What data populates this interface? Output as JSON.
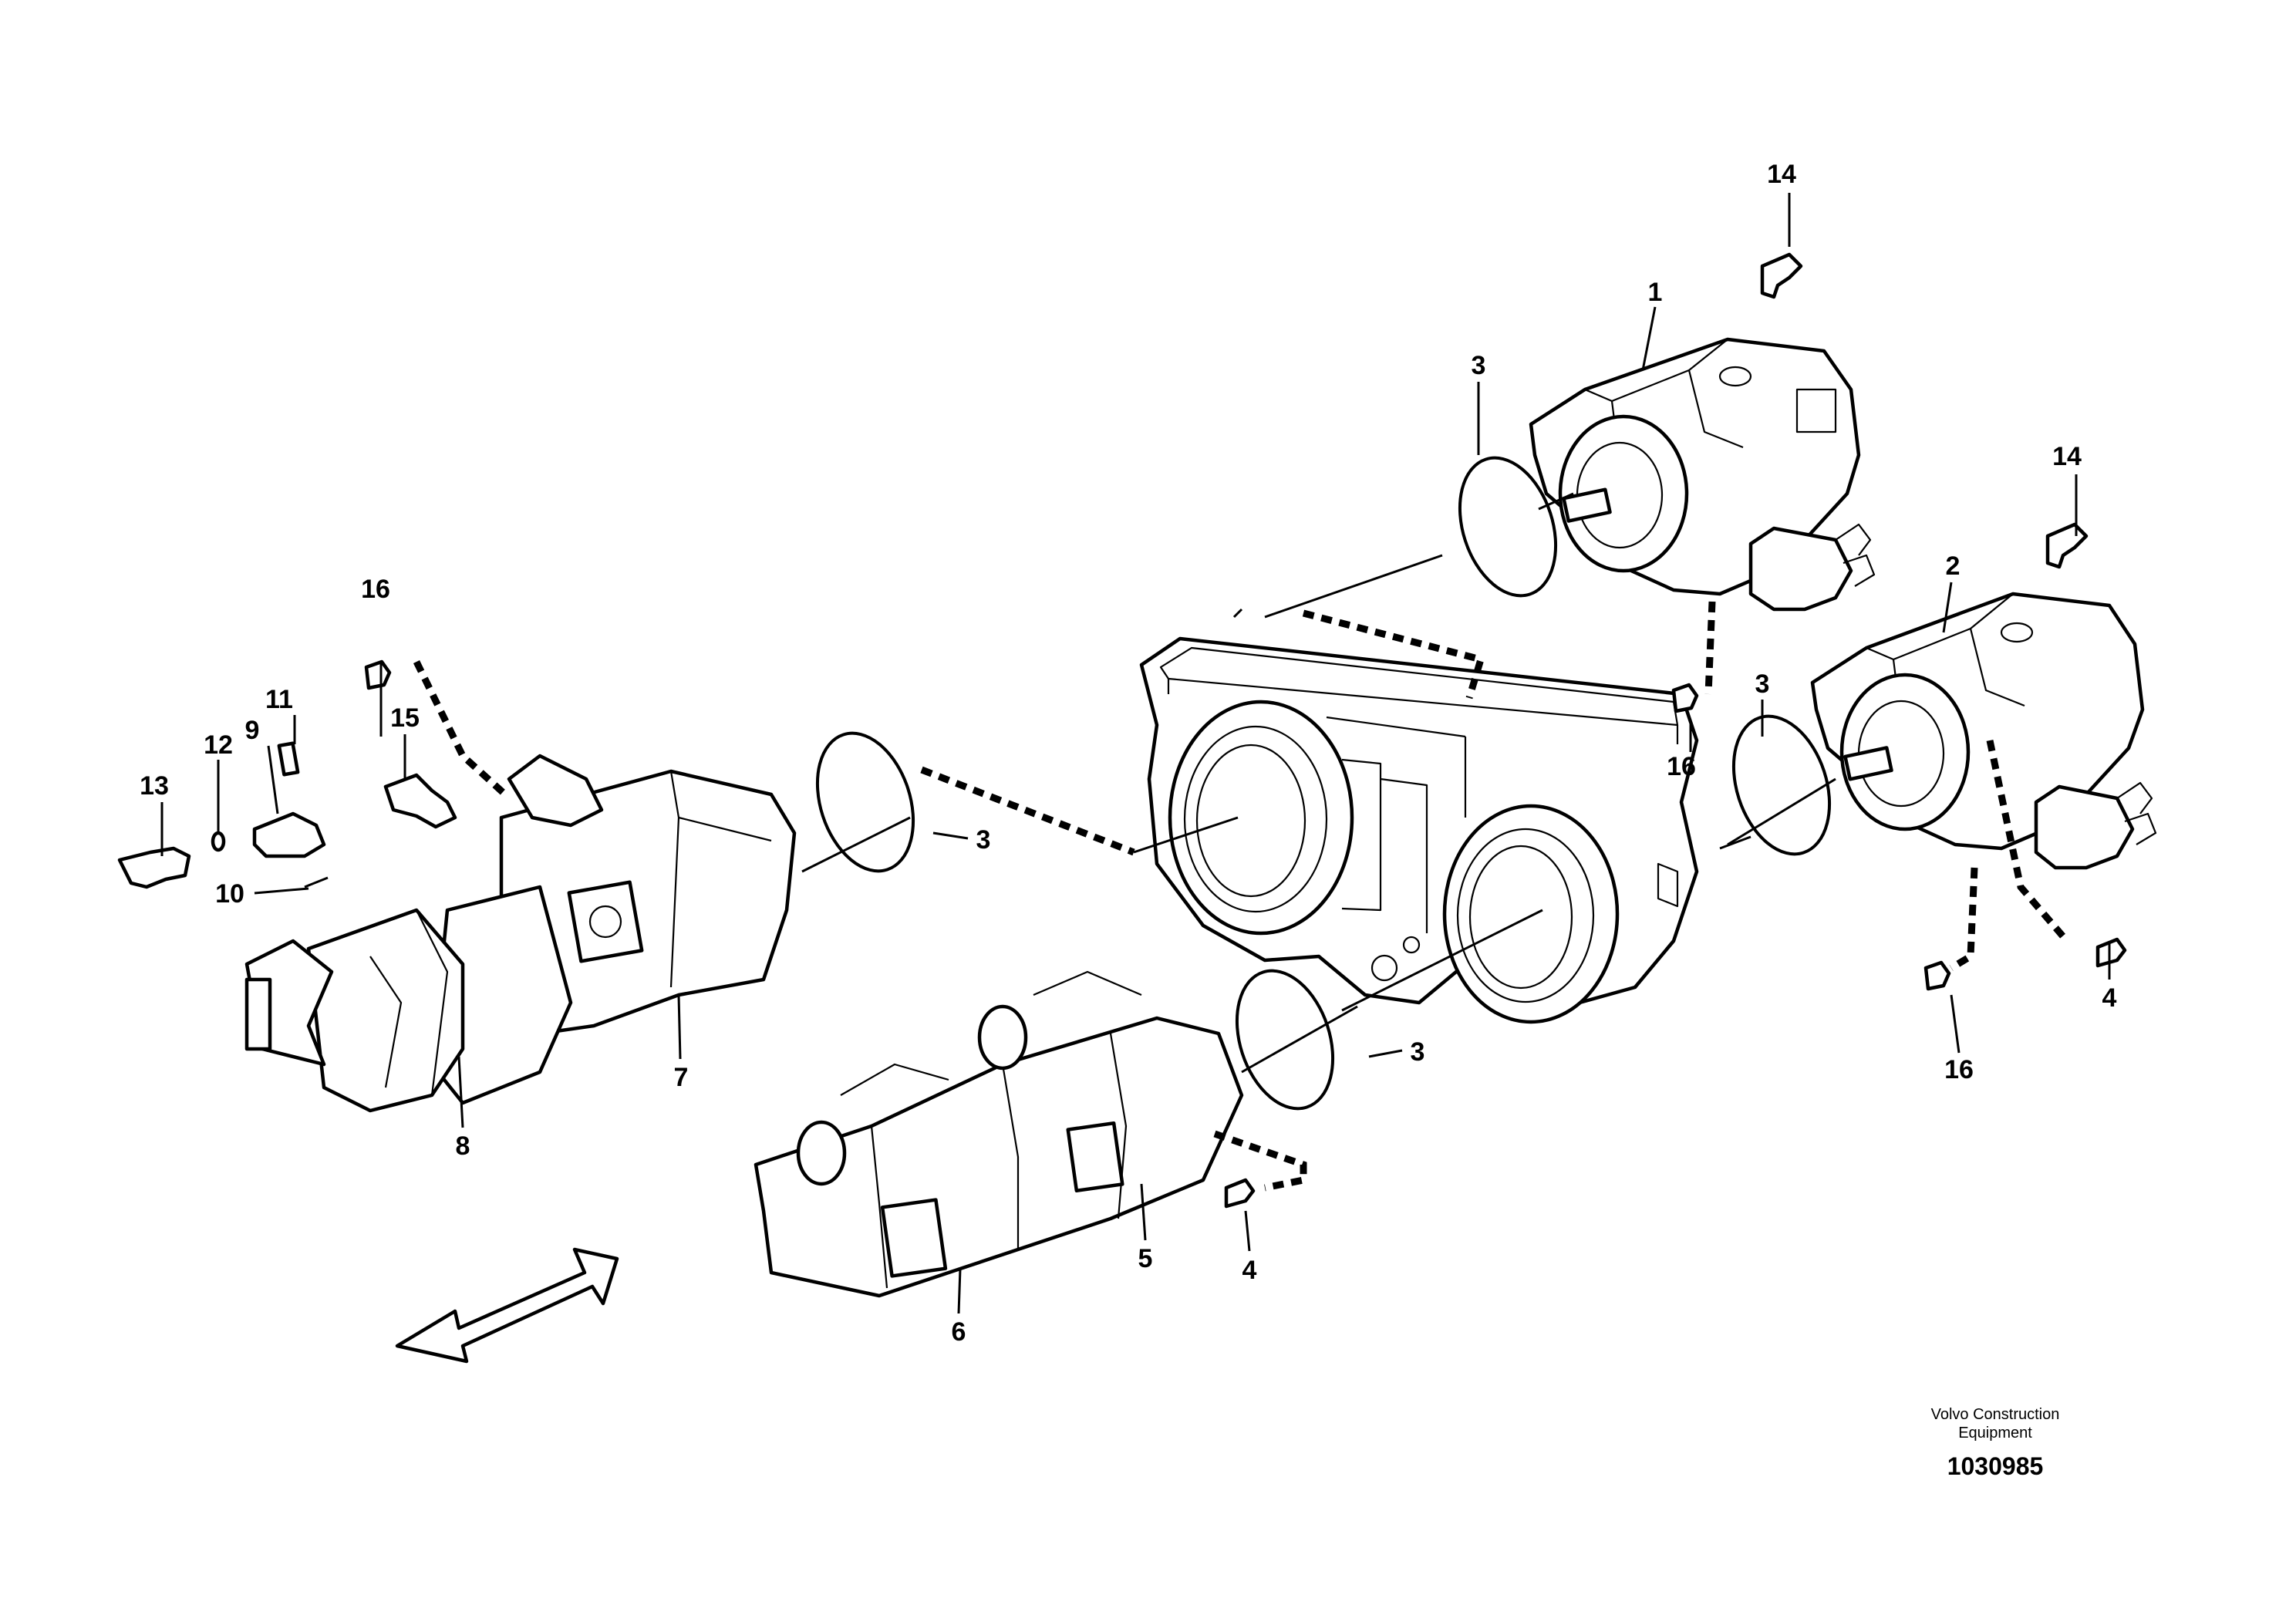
{
  "callouts": {
    "c1": "1",
    "c2": "2",
    "c3a": "3",
    "c3b": "3",
    "c3c": "3",
    "c3d": "3",
    "c4a": "4",
    "c4b": "4",
    "c5": "5",
    "c6": "6",
    "c7": "7",
    "c8": "8",
    "c9": "9",
    "c10": "10",
    "c11": "11",
    "c12": "12",
    "c13": "13",
    "c14a": "14",
    "c14b": "14",
    "c15": "15",
    "c16a": "16",
    "c16b": "16",
    "c16c": "16"
  },
  "footer": {
    "company_line1": "Volvo Construction",
    "company_line2": "Equipment",
    "drawing_number": "1030985"
  }
}
